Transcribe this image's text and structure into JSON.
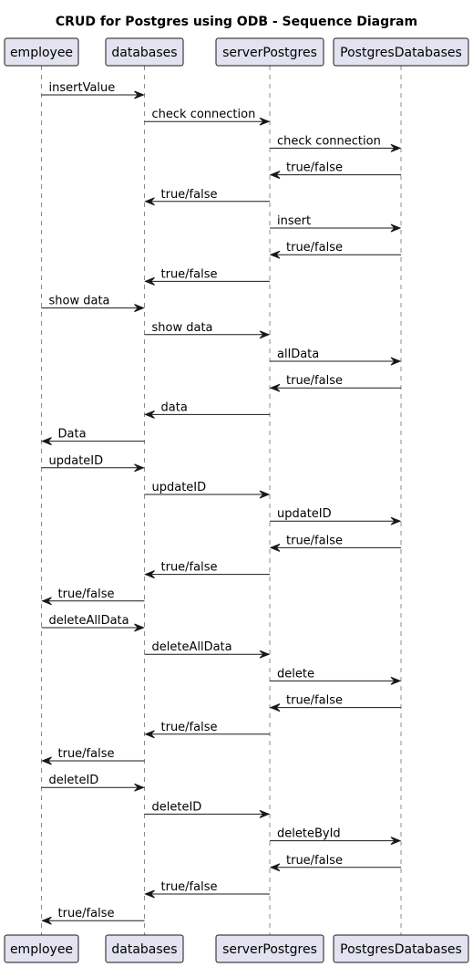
{
  "diagram": {
    "title": "CRUD for Postgres using ODB - Sequence Diagram",
    "participants": [
      {
        "id": "employee",
        "name": "employee"
      },
      {
        "id": "databases",
        "name": "databases"
      },
      {
        "id": "serverPostgres",
        "name": "serverPostgres"
      },
      {
        "id": "PostgresDatabases",
        "name": "PostgresDatabases"
      }
    ],
    "messages": [
      {
        "from": 0,
        "to": 1,
        "label": "insertValue"
      },
      {
        "from": 1,
        "to": 2,
        "label": "check connection"
      },
      {
        "from": 2,
        "to": 3,
        "label": "check connection"
      },
      {
        "from": 3,
        "to": 2,
        "label": "true/false"
      },
      {
        "from": 2,
        "to": 1,
        "label": "true/false"
      },
      {
        "from": 2,
        "to": 3,
        "label": "insert"
      },
      {
        "from": 3,
        "to": 2,
        "label": "true/false"
      },
      {
        "from": 2,
        "to": 1,
        "label": "true/false"
      },
      {
        "from": 0,
        "to": 1,
        "label": "show data"
      },
      {
        "from": 1,
        "to": 2,
        "label": "show data"
      },
      {
        "from": 2,
        "to": 3,
        "label": "allData"
      },
      {
        "from": 3,
        "to": 2,
        "label": "true/false"
      },
      {
        "from": 2,
        "to": 1,
        "label": "data"
      },
      {
        "from": 1,
        "to": 0,
        "label": "Data"
      },
      {
        "from": 0,
        "to": 1,
        "label": "updateID"
      },
      {
        "from": 1,
        "to": 2,
        "label": "updateID"
      },
      {
        "from": 2,
        "to": 3,
        "label": "updateID"
      },
      {
        "from": 3,
        "to": 2,
        "label": "true/false"
      },
      {
        "from": 2,
        "to": 1,
        "label": "true/false"
      },
      {
        "from": 1,
        "to": 0,
        "label": "true/false"
      },
      {
        "from": 0,
        "to": 1,
        "label": "deleteAllData"
      },
      {
        "from": 1,
        "to": 2,
        "label": "deleteAllData"
      },
      {
        "from": 2,
        "to": 3,
        "label": "delete"
      },
      {
        "from": 3,
        "to": 2,
        "label": "true/false"
      },
      {
        "from": 2,
        "to": 1,
        "label": "true/false"
      },
      {
        "from": 1,
        "to": 0,
        "label": "true/false"
      },
      {
        "from": 0,
        "to": 1,
        "label": "deleteID"
      },
      {
        "from": 1,
        "to": 2,
        "label": "deleteID"
      },
      {
        "from": 2,
        "to": 3,
        "label": "deleteById"
      },
      {
        "from": 3,
        "to": 2,
        "label": "true/false"
      },
      {
        "from": 2,
        "to": 1,
        "label": "true/false"
      },
      {
        "from": 1,
        "to": 0,
        "label": "true/false"
      }
    ]
  }
}
